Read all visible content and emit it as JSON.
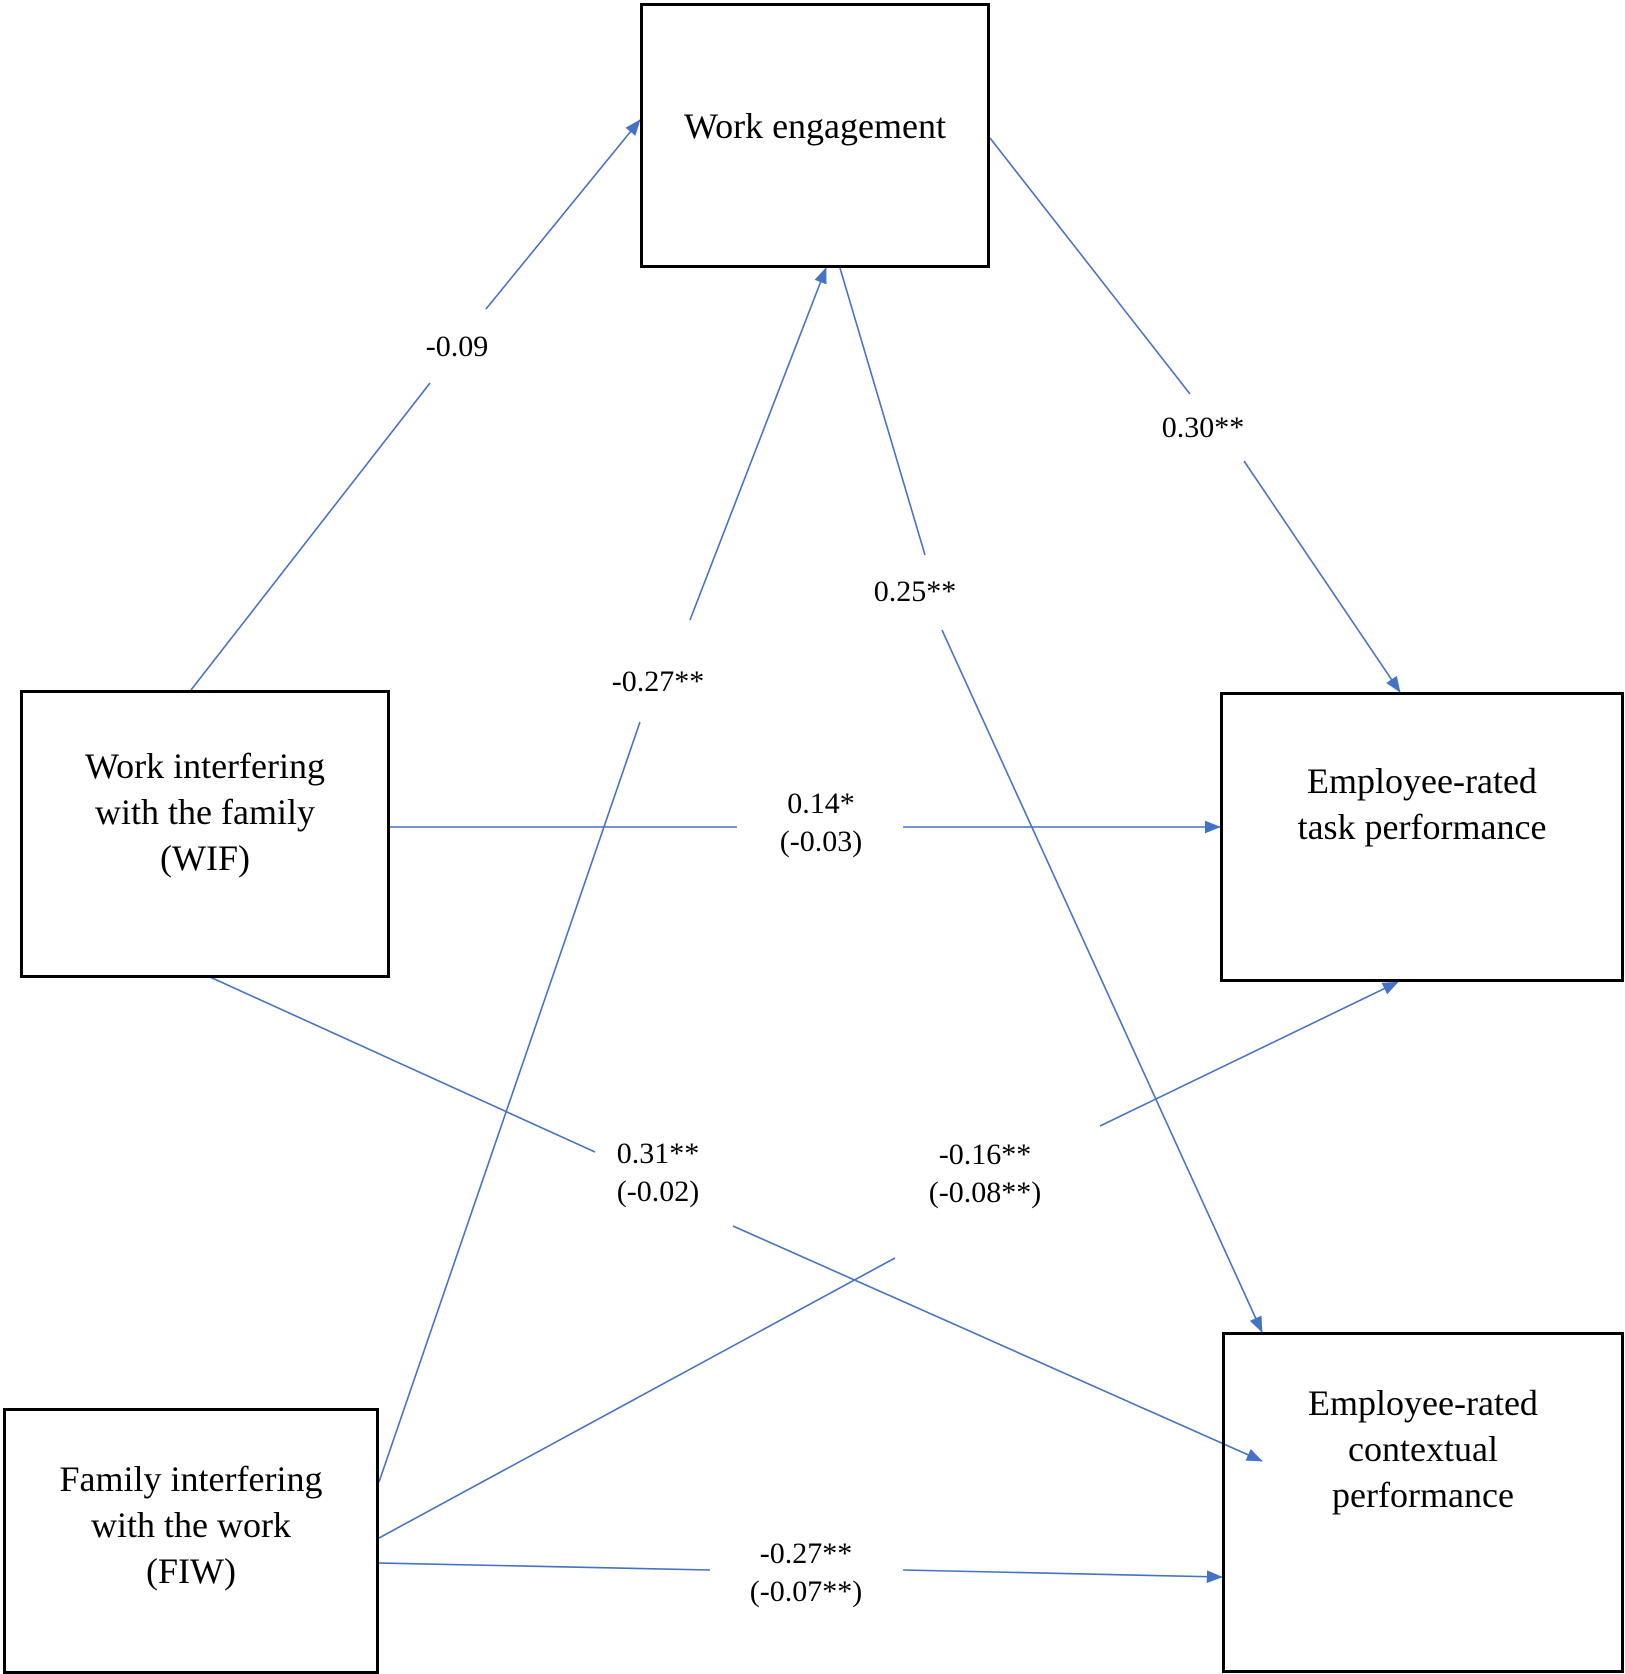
{
  "diagram": {
    "type": "path-model",
    "edge_color": "#4472C4",
    "nodes": {
      "we": {
        "label": "Work engagement"
      },
      "wif": {
        "label": "Work interfering\nwith the family\n(WIF)"
      },
      "fiw": {
        "label": "Family interfering\nwith the work\n(FIW)"
      },
      "tp": {
        "label": "Employee-rated\ntask performance"
      },
      "cp": {
        "label": "Employee-rated\ncontextual\nperformance"
      }
    },
    "edges": [
      {
        "id": "wif-we",
        "from": "wif",
        "to": "we",
        "label": "-0.09"
      },
      {
        "id": "fiw-we",
        "from": "fiw",
        "to": "we",
        "label": "-0.27**"
      },
      {
        "id": "we-tp",
        "from": "we",
        "to": "tp",
        "label": "0.30**"
      },
      {
        "id": "we-cp",
        "from": "we",
        "to": "cp",
        "label": "0.25**"
      },
      {
        "id": "wif-tp",
        "from": "wif",
        "to": "tp",
        "label": "0.14*\n(-0.03)"
      },
      {
        "id": "wif-cp",
        "from": "wif",
        "to": "cp",
        "label": "0.31**\n(-0.02)"
      },
      {
        "id": "fiw-tp",
        "from": "fiw",
        "to": "tp",
        "label": "-0.16**\n(-0.08**)"
      },
      {
        "id": "fiw-cp",
        "from": "fiw",
        "to": "cp",
        "label": "-0.27**\n(-0.07**)"
      }
    ]
  }
}
